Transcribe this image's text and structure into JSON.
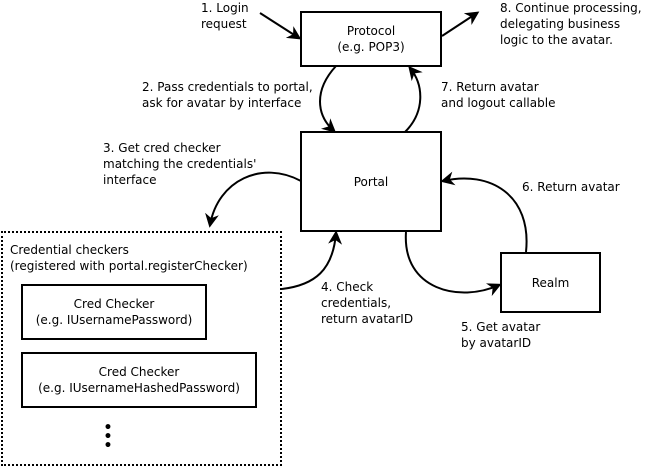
{
  "nodes": {
    "protocol": {
      "title": "Protocol",
      "subtitle": "(e.g. POP3)"
    },
    "portal": {
      "title": "Portal"
    },
    "realm": {
      "title": "Realm"
    },
    "credential_checkers": {
      "title": "Credential checkers",
      "subtitle": "(registered with portal.registerChecker)",
      "checkers": [
        {
          "title": "Cred Checker",
          "subtitle": "(e.g. IUsernamePassword)"
        },
        {
          "title": "Cred Checker",
          "subtitle": "(e.g. IUsernameHashedPassword)"
        }
      ],
      "ellipsis": [
        "•",
        "•",
        "•"
      ]
    }
  },
  "steps": [
    {
      "lines": [
        "1. Login",
        "request"
      ]
    },
    {
      "lines": [
        "2. Pass credentials to portal,",
        "ask for avatar by interface"
      ]
    },
    {
      "lines": [
        "3. Get cred checker",
        "matching the credentials'",
        "interface"
      ]
    },
    {
      "lines": [
        "4. Check",
        "credentials,",
        "return avatarID"
      ]
    },
    {
      "lines": [
        "5. Get avatar",
        "by avatarID"
      ]
    },
    {
      "lines": [
        "6. Return avatar"
      ]
    },
    {
      "lines": [
        "7. Return avatar",
        "and logout callable"
      ]
    },
    {
      "lines": [
        "8. Continue processing,",
        "delegating business",
        "logic to the avatar."
      ]
    }
  ]
}
